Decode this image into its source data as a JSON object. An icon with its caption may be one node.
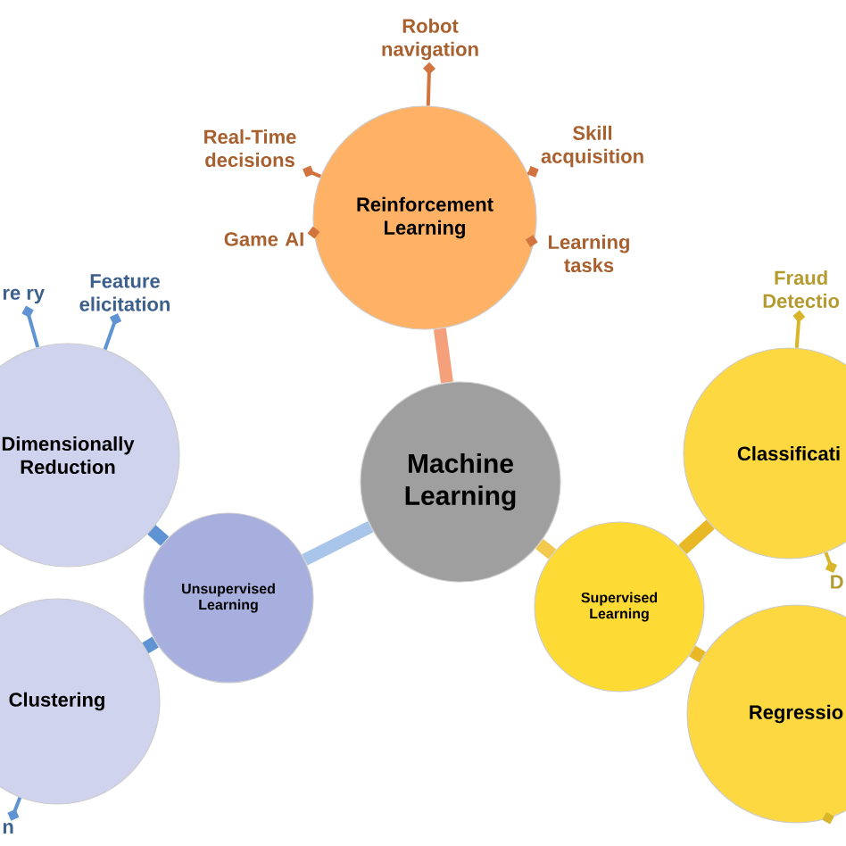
{
  "diagram": {
    "nodes": [
      {
        "text": [
          "Machine Learning"
        ]
      },
      {
        "text": [
          "Reinforcement Learning"
        ]
      },
      {
        "text": [
          "Robot navigation"
        ]
      },
      {
        "text": [
          "Real-Time decisions"
        ]
      },
      {
        "text": [
          "Skill acquisition"
        ]
      },
      {
        "text": [
          "Game AI"
        ]
      },
      {
        "text": [
          "Learning tasks"
        ]
      },
      {
        "text": [
          "Unsupervised Learning"
        ]
      },
      {
        "text": [
          "Dimensionally Reduction"
        ]
      },
      {
        "text": [
          "Clustering"
        ]
      },
      {
        "text": [
          "re ry"
        ]
      },
      {
        "text": [
          "Feature elicitation"
        ]
      },
      {
        "text": [
          "n"
        ]
      },
      {
        "text": [
          "Supervised Learning"
        ]
      },
      {
        "text": [
          "Classificati"
        ]
      },
      {
        "text": [
          "Regressio"
        ]
      },
      {
        "text": [
          "Fraud Detectio"
        ]
      },
      {
        "text": [
          "D"
        ]
      }
    ],
    "edges": [
      {
        "from": 0,
        "to": 1,
        "arrow": "none",
        "style": "thick",
        "color": "#f4a07a"
      },
      {
        "from": 0,
        "to": 7,
        "arrow": "none",
        "style": "thick",
        "color": "#a9c6ea"
      },
      {
        "from": 0,
        "to": 13,
        "arrow": "none",
        "style": "thick",
        "color": "#f2c94c"
      },
      {
        "from": 7,
        "to": 8,
        "arrow": "none",
        "style": "thick",
        "color": "#5f93d3"
      },
      {
        "from": 7,
        "to": 9,
        "arrow": "none",
        "style": "thick",
        "color": "#5f93d3"
      },
      {
        "from": 13,
        "to": 14,
        "arrow": "none",
        "style": "thick",
        "color": "#e8b825"
      },
      {
        "from": 13,
        "to": 15,
        "arrow": "none",
        "style": "thick",
        "color": "#e8b825"
      },
      {
        "from": 1,
        "to": 2,
        "arrow": "other",
        "color": "#d2743f"
      },
      {
        "from": 1,
        "to": 3,
        "arrow": "other",
        "color": "#d2743f"
      },
      {
        "from": 1,
        "to": 4,
        "arrow": "other",
        "color": "#d2743f"
      },
      {
        "from": 1,
        "to": 5,
        "arrow": "other",
        "color": "#d2743f"
      },
      {
        "from": 1,
        "to": 6,
        "arrow": "other",
        "color": "#d2743f"
      },
      {
        "from": 8,
        "to": 10,
        "arrow": "other",
        "color": "#5f93d3"
      },
      {
        "from": 8,
        "to": 11,
        "arrow": "other",
        "color": "#5f93d3"
      },
      {
        "from": 9,
        "to": 12,
        "arrow": "other",
        "color": "#5f93d3"
      },
      {
        "from": 14,
        "to": 16,
        "arrow": "other",
        "color": "#d9b52a"
      },
      {
        "from": 14,
        "to": 17,
        "arrow": "other",
        "color": "#d9b52a"
      },
      {
        "from": 15,
        "to": null,
        "arrow": "other",
        "color": "#d9b52a"
      }
    ]
  }
}
